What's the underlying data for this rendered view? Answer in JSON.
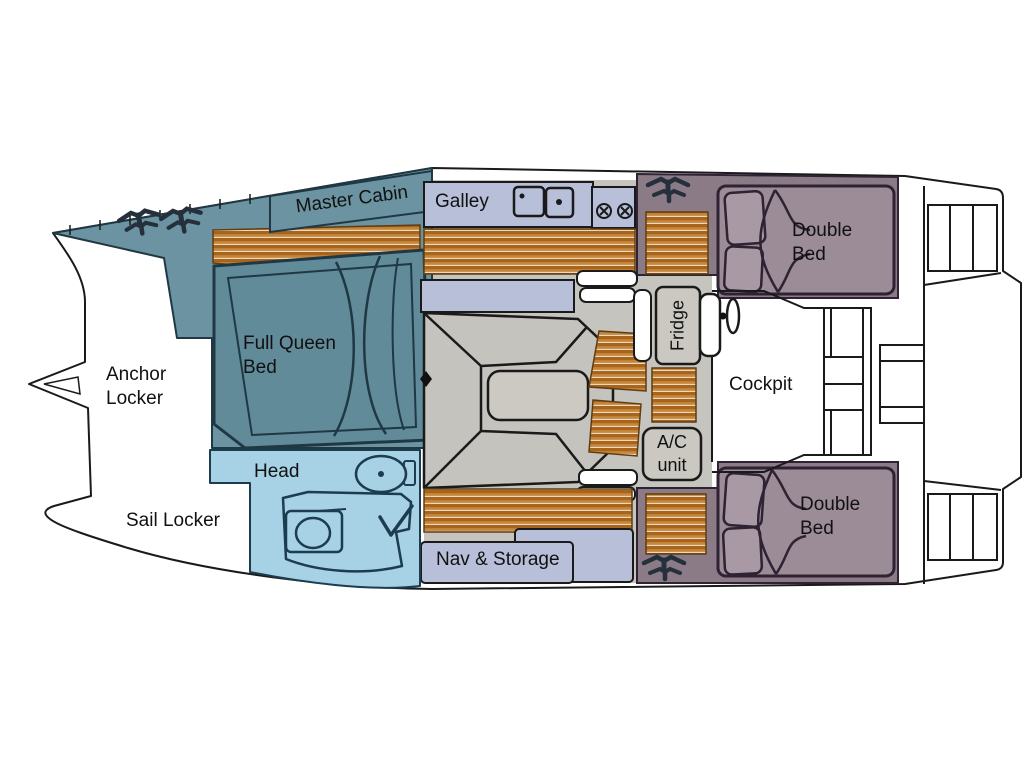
{
  "diagram": {
    "kind": "boat-floor-plan",
    "vessel": "catamaran interior layout, bow at left, stern at right"
  },
  "labels": {
    "master_cabin": "Master Cabin",
    "galley": "Galley",
    "double_bed_top": "Double Bed",
    "full_queen_bed": "Full Queen Bed",
    "fridge": "Fridge",
    "ac_unit": "A/C unit",
    "cockpit": "Cockpit",
    "anchor_locker": "Anchor Locker",
    "sail_locker": "Sail Locker",
    "head": "Head",
    "nav_storage": "Nav & Storage",
    "double_bed_bottom": "Double Bed"
  },
  "colors": {
    "hull_white": "#ffffff",
    "outline": "#1a1a1a",
    "deck_teal": "#6b93a1",
    "teal_outline": "#1f3844",
    "cabin_mauve": "#8b7b87",
    "bed_mauve": "#9c8c98",
    "mauve_outline": "#2e2233",
    "counter_lavender": "#b7bfd9",
    "head_blue": "#a7d1e4",
    "sole_gray": "#c6c4be",
    "wood_floor": "#a8641b"
  },
  "icons": {
    "cleat": "deck-cleat-icon",
    "sink": "double-sink-icon",
    "stove": "two-burner-stove-icon",
    "toilet": "toilet-icon",
    "steering_wheel": "steering-wheel-icon",
    "anchor_roller": "anchor-roller-icon",
    "mast": "mast-post-icon"
  }
}
